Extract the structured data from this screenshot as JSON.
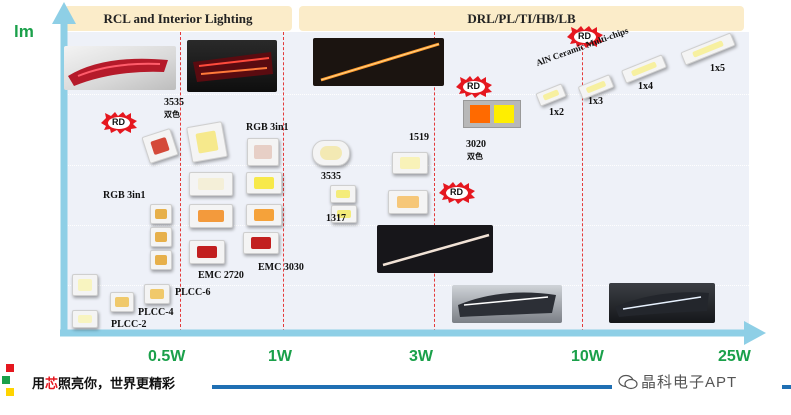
{
  "banners": {
    "left": "RCL and Interior Lighting",
    "right": "DRL/PL/TI/HB/LB"
  },
  "y_axis_label": "lm",
  "x_ticks": [
    "0.5W",
    "1W",
    "3W",
    "10W",
    "25W"
  ],
  "badges": {
    "rd": "RD"
  },
  "labels": {
    "p3535_left": "3535",
    "p3535_left_sub": "双色",
    "rgb3in1_top": "RGB 3in1",
    "rgb3in1_left": "RGB 3in1",
    "emc2720": "EMC 2720",
    "emc3030": "EMC 3030",
    "plcc6": "PLCC-6",
    "plcc4": "PLCC-4",
    "plcc2": "PLCC-2",
    "p3535_mid": "3535",
    "p1519": "1519",
    "p1317": "1317",
    "p3020": "3020",
    "p3020_sub": "双色",
    "aln": "AlN Ceramic Multi-chips",
    "x1x2": "1x2",
    "x1x3": "1x3",
    "x1x4": "1x4",
    "x1x5": "1x5"
  },
  "footer": {
    "slogan_a": "用",
    "slogan_b": "芯",
    "slogan_c": "照亮你，世界更精彩",
    "brand": "晶科电子APT"
  },
  "colors": {
    "axis": "#8ecfe6",
    "green": "#1aa04a",
    "red_dash": "#e43a3a",
    "banner": "#fbecc9",
    "footer_line": "#1f6fb3"
  }
}
